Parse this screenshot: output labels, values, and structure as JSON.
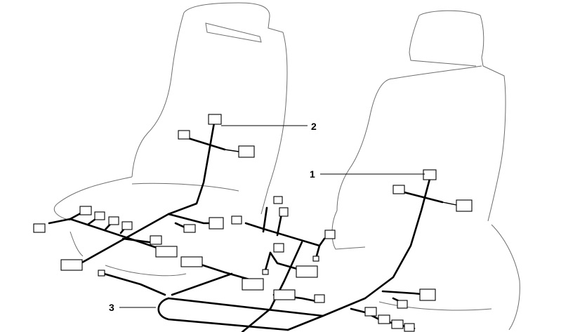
{
  "callouts": [
    {
      "id": "1",
      "label": "1"
    },
    {
      "id": "2",
      "label": "2"
    },
    {
      "id": "3",
      "label": "3"
    }
  ],
  "colors": {
    "line": "#000000",
    "outline": "#6e6e6e",
    "background": "#ffffff"
  }
}
